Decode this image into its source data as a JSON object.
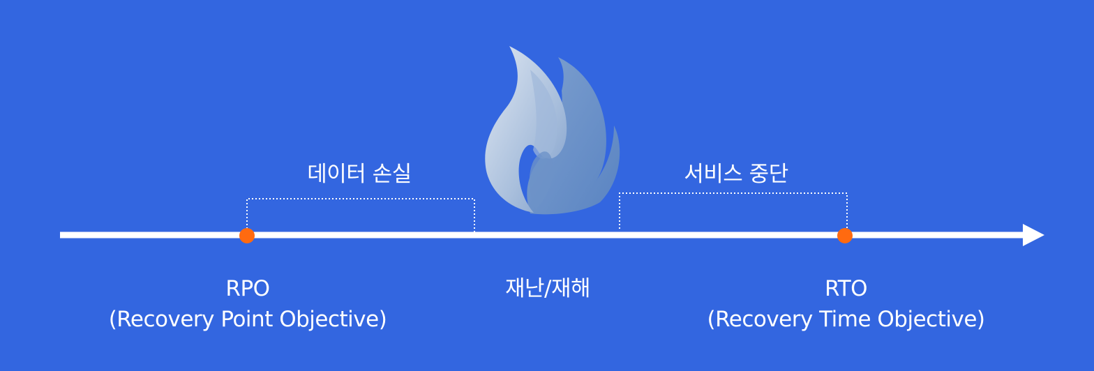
{
  "diagram": {
    "data_loss_label": "데이터 손실",
    "service_outage_label": "서비스 중단",
    "disaster_label": "재난/재해",
    "rpo": {
      "abbr": "RPO",
      "full": "(Recovery Point Objective)"
    },
    "rto": {
      "abbr": "RTO",
      "full": "(Recovery Time Objective)"
    }
  },
  "colors": {
    "background": "#3366e0",
    "timeline": "#ffffff",
    "marker": "#ff6a10",
    "flame_light": "#c9d6e8",
    "flame_mid": "#8aa8d2",
    "flame_dark": "#5d86c4"
  },
  "icons": {
    "flame": "flame-icon",
    "arrow": "arrow-head-icon"
  }
}
